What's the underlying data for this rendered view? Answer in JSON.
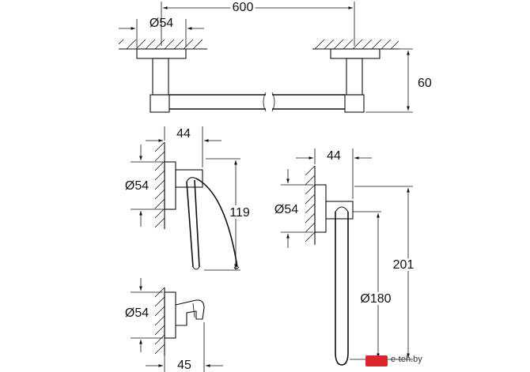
{
  "drawing": {
    "towel_bar": {
      "width": "600",
      "base_diameter": "Ø54",
      "projection": "60"
    },
    "paper_holder": {
      "depth": "44",
      "base_diameter": "Ø54",
      "height": "119"
    },
    "towel_ring": {
      "depth": "44",
      "base_diameter": "Ø54",
      "ring_diameter": "Ø180",
      "height": "201"
    },
    "robe_hook": {
      "base_diameter": "Ø54",
      "depth": "45"
    }
  },
  "watermark": {
    "text": "e-teh.by"
  },
  "colors": {
    "line": "#111111",
    "background": "#ffffff",
    "badge": "#d8262b"
  }
}
